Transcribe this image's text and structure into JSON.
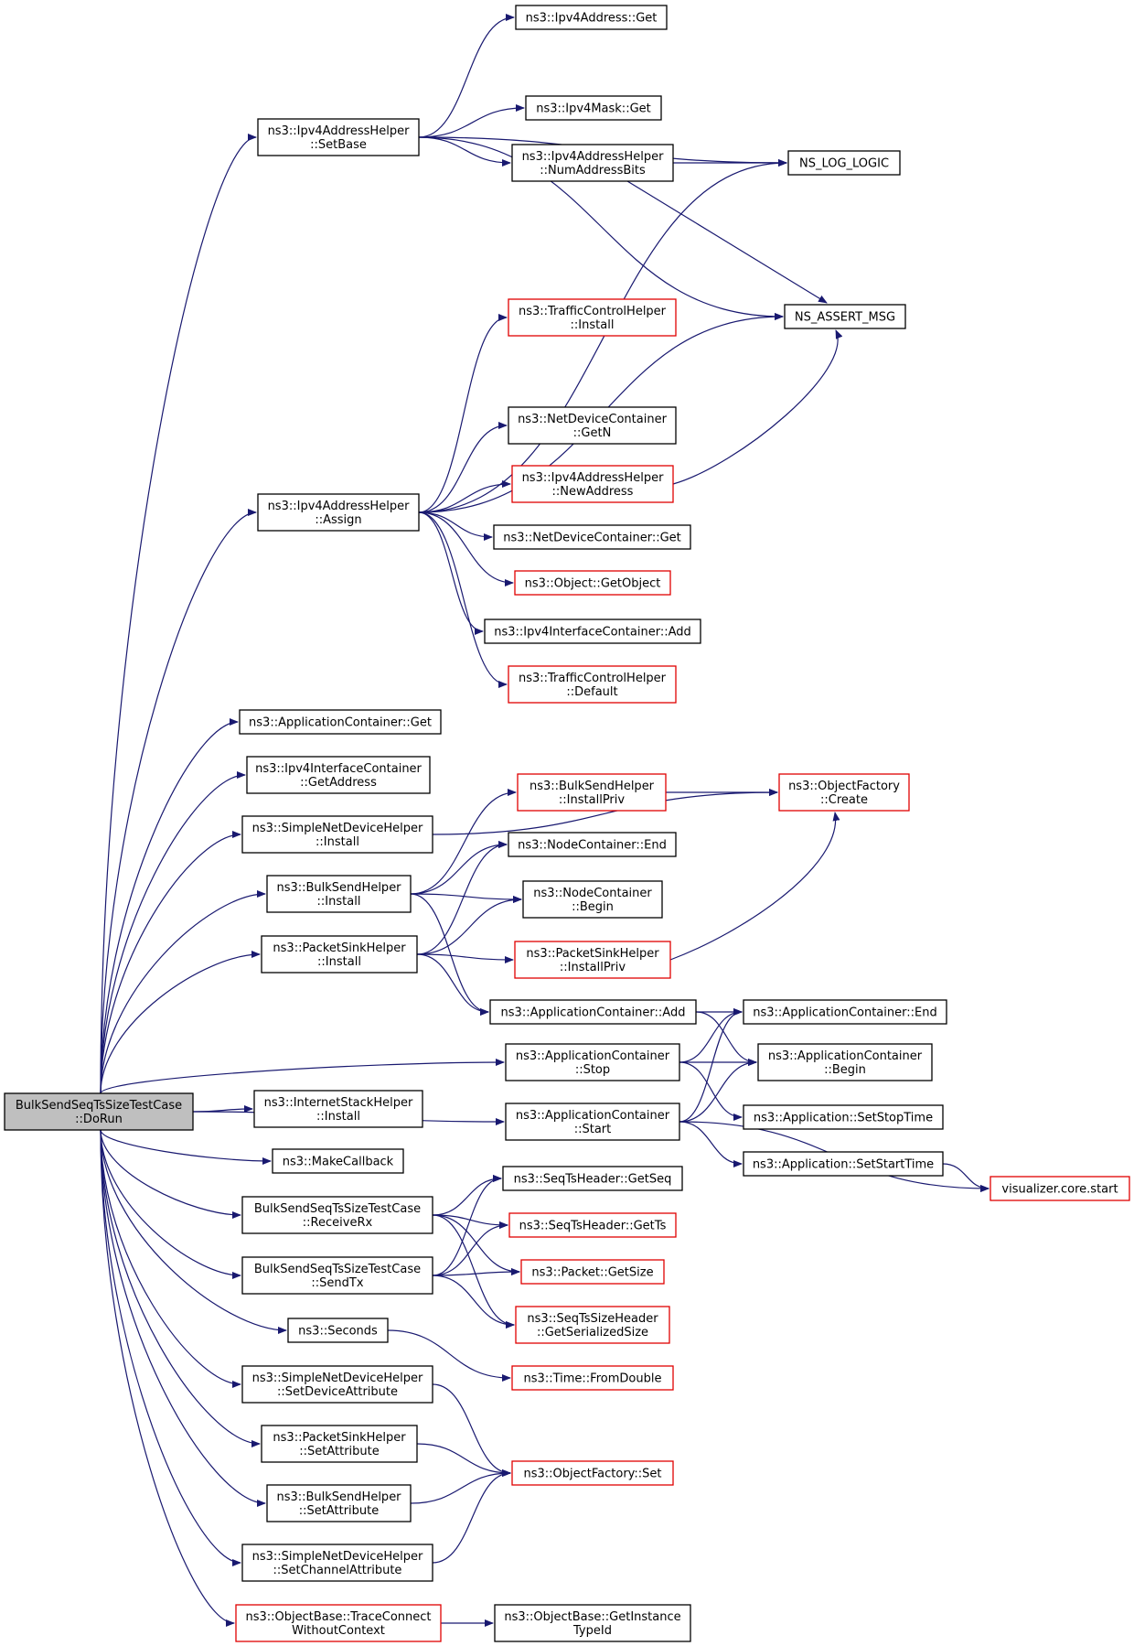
{
  "title": "",
  "colors": {
    "edge": "#191970",
    "root_fill": "#bfbfbf",
    "node_border": "#000000",
    "truncated_border": "#e00000"
  },
  "nodes": [
    {
      "id": "root",
      "lines": [
        "BulkSendSeqTsSizeTestCase",
        "::DoRun"
      ],
      "kind": "root"
    },
    {
      "id": "ipv4addr_get",
      "lines": [
        "ns3::Ipv4Address::Get"
      ],
      "kind": "normal"
    },
    {
      "id": "ipv4helper_setbase",
      "lines": [
        "ns3::Ipv4AddressHelper",
        "::SetBase"
      ],
      "kind": "normal"
    },
    {
      "id": "ipv4mask_get",
      "lines": [
        "ns3::Ipv4Mask::Get"
      ],
      "kind": "normal"
    },
    {
      "id": "ipv4helper_numaddrbits",
      "lines": [
        "ns3::Ipv4AddressHelper",
        "::NumAddressBits"
      ],
      "kind": "normal"
    },
    {
      "id": "ns_log_logic",
      "lines": [
        "NS_LOG_LOGIC"
      ],
      "kind": "normal"
    },
    {
      "id": "tch_install",
      "lines": [
        "ns3::TrafficControlHelper",
        "::Install"
      ],
      "kind": "truncated"
    },
    {
      "id": "ns_assert_msg",
      "lines": [
        "NS_ASSERT_MSG"
      ],
      "kind": "normal"
    },
    {
      "id": "ndc_getn",
      "lines": [
        "ns3::NetDeviceContainer",
        "::GetN"
      ],
      "kind": "normal"
    },
    {
      "id": "ipv4helper_assign",
      "lines": [
        "ns3::Ipv4AddressHelper",
        "::Assign"
      ],
      "kind": "normal"
    },
    {
      "id": "ipv4helper_newaddress",
      "lines": [
        "ns3::Ipv4AddressHelper",
        "::NewAddress"
      ],
      "kind": "truncated"
    },
    {
      "id": "ndc_get",
      "lines": [
        "ns3::NetDeviceContainer::Get"
      ],
      "kind": "normal"
    },
    {
      "id": "object_getobject",
      "lines": [
        "ns3::Object::GetObject"
      ],
      "kind": "truncated"
    },
    {
      "id": "ipv4ic_add",
      "lines": [
        "ns3::Ipv4InterfaceContainer::Add"
      ],
      "kind": "normal"
    },
    {
      "id": "tch_default",
      "lines": [
        "ns3::TrafficControlHelper",
        "::Default"
      ],
      "kind": "truncated"
    },
    {
      "id": "appc_get",
      "lines": [
        "ns3::ApplicationContainer::Get"
      ],
      "kind": "normal"
    },
    {
      "id": "ipv4ic_getaddress",
      "lines": [
        "ns3::Ipv4InterfaceContainer",
        "::GetAddress"
      ],
      "kind": "normal"
    },
    {
      "id": "bsh_installpriv",
      "lines": [
        "ns3::BulkSendHelper",
        "::InstallPriv"
      ],
      "kind": "truncated"
    },
    {
      "id": "objfactory_create",
      "lines": [
        "ns3::ObjectFactory",
        "::Create"
      ],
      "kind": "truncated"
    },
    {
      "id": "sndh_install",
      "lines": [
        "ns3::SimpleNetDeviceHelper",
        "::Install"
      ],
      "kind": "normal"
    },
    {
      "id": "nc_end",
      "lines": [
        "ns3::NodeContainer::End"
      ],
      "kind": "normal"
    },
    {
      "id": "bsh_install",
      "lines": [
        "ns3::BulkSendHelper",
        "::Install"
      ],
      "kind": "normal"
    },
    {
      "id": "nc_begin",
      "lines": [
        "ns3::NodeContainer",
        "::Begin"
      ],
      "kind": "normal"
    },
    {
      "id": "psh_install",
      "lines": [
        "ns3::PacketSinkHelper",
        "::Install"
      ],
      "kind": "normal"
    },
    {
      "id": "psh_installpriv",
      "lines": [
        "ns3::PacketSinkHelper",
        "::InstallPriv"
      ],
      "kind": "truncated"
    },
    {
      "id": "appc_add",
      "lines": [
        "ns3::ApplicationContainer::Add"
      ],
      "kind": "normal"
    },
    {
      "id": "appc_end",
      "lines": [
        "ns3::ApplicationContainer::End"
      ],
      "kind": "normal"
    },
    {
      "id": "appc_stop",
      "lines": [
        "ns3::ApplicationContainer",
        "::Stop"
      ],
      "kind": "normal"
    },
    {
      "id": "appc_begin",
      "lines": [
        "ns3::ApplicationContainer",
        "::Begin"
      ],
      "kind": "normal"
    },
    {
      "id": "ish_install",
      "lines": [
        "ns3::InternetStackHelper",
        "::Install"
      ],
      "kind": "normal"
    },
    {
      "id": "app_setstoptime",
      "lines": [
        "ns3::Application::SetStopTime"
      ],
      "kind": "normal"
    },
    {
      "id": "appc_start",
      "lines": [
        "ns3::ApplicationContainer",
        "::Start"
      ],
      "kind": "normal"
    },
    {
      "id": "makecallback",
      "lines": [
        "ns3::MakeCallback"
      ],
      "kind": "normal"
    },
    {
      "id": "app_setstarttime",
      "lines": [
        "ns3::Application::SetStartTime"
      ],
      "kind": "normal"
    },
    {
      "id": "viz_start",
      "lines": [
        "visualizer.core.start"
      ],
      "kind": "truncated"
    },
    {
      "id": "seqts_getseq",
      "lines": [
        "ns3::SeqTsHeader::GetSeq"
      ],
      "kind": "normal"
    },
    {
      "id": "receiverx",
      "lines": [
        "BulkSendSeqTsSizeTestCase",
        "::ReceiveRx"
      ],
      "kind": "normal"
    },
    {
      "id": "seqts_getts",
      "lines": [
        "ns3::SeqTsHeader::GetTs"
      ],
      "kind": "truncated"
    },
    {
      "id": "packet_getsize",
      "lines": [
        "ns3::Packet::GetSize"
      ],
      "kind": "truncated"
    },
    {
      "id": "sendtx",
      "lines": [
        "BulkSendSeqTsSizeTestCase",
        "::SendTx"
      ],
      "kind": "normal"
    },
    {
      "id": "seqtssize_getsersize",
      "lines": [
        "ns3::SeqTsSizeHeader",
        "::GetSerializedSize"
      ],
      "kind": "truncated"
    },
    {
      "id": "seconds",
      "lines": [
        "ns3::Seconds"
      ],
      "kind": "normal"
    },
    {
      "id": "time_fromdouble",
      "lines": [
        "ns3::Time::FromDouble"
      ],
      "kind": "truncated"
    },
    {
      "id": "sndh_setdevattr",
      "lines": [
        "ns3::SimpleNetDeviceHelper",
        "::SetDeviceAttribute"
      ],
      "kind": "normal"
    },
    {
      "id": "psh_setattr",
      "lines": [
        "ns3::PacketSinkHelper",
        "::SetAttribute"
      ],
      "kind": "normal"
    },
    {
      "id": "objfactory_set",
      "lines": [
        "ns3::ObjectFactory::Set"
      ],
      "kind": "truncated"
    },
    {
      "id": "bsh_setattr",
      "lines": [
        "ns3::BulkSendHelper",
        "::SetAttribute"
      ],
      "kind": "normal"
    },
    {
      "id": "sndh_setchattr",
      "lines": [
        "ns3::SimpleNetDeviceHelper",
        "::SetChannelAttribute"
      ],
      "kind": "normal"
    },
    {
      "id": "ob_traceconnect",
      "lines": [
        "ns3::ObjectBase::TraceConnect",
        "WithoutContext"
      ],
      "kind": "truncated"
    },
    {
      "id": "ob_getinstancetypeid",
      "lines": [
        "ns3::ObjectBase::GetInstance",
        "TypeId"
      ],
      "kind": "normal"
    }
  ],
  "edges": [
    [
      "root",
      "ipv4helper_setbase"
    ],
    [
      "root",
      "ipv4helper_assign"
    ],
    [
      "root",
      "appc_get"
    ],
    [
      "root",
      "ipv4ic_getaddress"
    ],
    [
      "root",
      "sndh_install"
    ],
    [
      "root",
      "bsh_install"
    ],
    [
      "root",
      "psh_install"
    ],
    [
      "root",
      "appc_stop"
    ],
    [
      "root",
      "ish_install"
    ],
    [
      "root",
      "appc_start"
    ],
    [
      "root",
      "makecallback"
    ],
    [
      "root",
      "receiverx"
    ],
    [
      "root",
      "sendtx"
    ],
    [
      "root",
      "seconds"
    ],
    [
      "root",
      "sndh_setdevattr"
    ],
    [
      "root",
      "psh_setattr"
    ],
    [
      "root",
      "bsh_setattr"
    ],
    [
      "root",
      "sndh_setchattr"
    ],
    [
      "root",
      "ob_traceconnect"
    ],
    [
      "ipv4helper_setbase",
      "ipv4addr_get"
    ],
    [
      "ipv4helper_setbase",
      "ipv4mask_get"
    ],
    [
      "ipv4helper_setbase",
      "ipv4helper_numaddrbits"
    ],
    [
      "ipv4helper_setbase",
      "ns_log_logic"
    ],
    [
      "ipv4helper_setbase",
      "ns_assert_msg"
    ],
    [
      "ipv4helper_numaddrbits",
      "ns_log_logic"
    ],
    [
      "ipv4helper_numaddrbits",
      "ns_assert_msg"
    ],
    [
      "ipv4helper_assign",
      "ns_log_logic"
    ],
    [
      "ipv4helper_assign",
      "tch_install"
    ],
    [
      "ipv4helper_assign",
      "ns_assert_msg"
    ],
    [
      "ipv4helper_assign",
      "ndc_getn"
    ],
    [
      "ipv4helper_assign",
      "ipv4helper_newaddress"
    ],
    [
      "ipv4helper_assign",
      "ndc_get"
    ],
    [
      "ipv4helper_assign",
      "object_getobject"
    ],
    [
      "ipv4helper_assign",
      "ipv4ic_add"
    ],
    [
      "ipv4helper_assign",
      "tch_default"
    ],
    [
      "ipv4helper_newaddress",
      "ns_assert_msg"
    ],
    [
      "sndh_install",
      "objfactory_create"
    ],
    [
      "bsh_install",
      "bsh_installpriv"
    ],
    [
      "bsh_install",
      "nc_end"
    ],
    [
      "bsh_install",
      "nc_begin"
    ],
    [
      "bsh_install",
      "appc_add"
    ],
    [
      "bsh_installpriv",
      "objfactory_create"
    ],
    [
      "psh_install",
      "nc_end"
    ],
    [
      "psh_install",
      "nc_begin"
    ],
    [
      "psh_install",
      "psh_installpriv"
    ],
    [
      "psh_install",
      "appc_add"
    ],
    [
      "psh_installpriv",
      "objfactory_create"
    ],
    [
      "appc_add",
      "appc_end"
    ],
    [
      "appc_add",
      "appc_begin"
    ],
    [
      "appc_stop",
      "appc_end"
    ],
    [
      "appc_stop",
      "appc_begin"
    ],
    [
      "appc_stop",
      "app_setstoptime"
    ],
    [
      "appc_start",
      "appc_end"
    ],
    [
      "appc_start",
      "appc_begin"
    ],
    [
      "appc_start",
      "app_setstarttime"
    ],
    [
      "appc_start",
      "viz_start"
    ],
    [
      "app_setstarttime",
      "viz_start"
    ],
    [
      "receiverx",
      "seqts_getseq"
    ],
    [
      "receiverx",
      "seqts_getts"
    ],
    [
      "receiverx",
      "packet_getsize"
    ],
    [
      "receiverx",
      "seqtssize_getsersize"
    ],
    [
      "sendtx",
      "seqts_getseq"
    ],
    [
      "sendtx",
      "seqts_getts"
    ],
    [
      "sendtx",
      "packet_getsize"
    ],
    [
      "sendtx",
      "seqtssize_getsersize"
    ],
    [
      "seconds",
      "time_fromdouble"
    ],
    [
      "sndh_setdevattr",
      "objfactory_set"
    ],
    [
      "psh_setattr",
      "objfactory_set"
    ],
    [
      "bsh_setattr",
      "objfactory_set"
    ],
    [
      "sndh_setchattr",
      "objfactory_set"
    ],
    [
      "ob_traceconnect",
      "ob_getinstancetypeid"
    ]
  ]
}
